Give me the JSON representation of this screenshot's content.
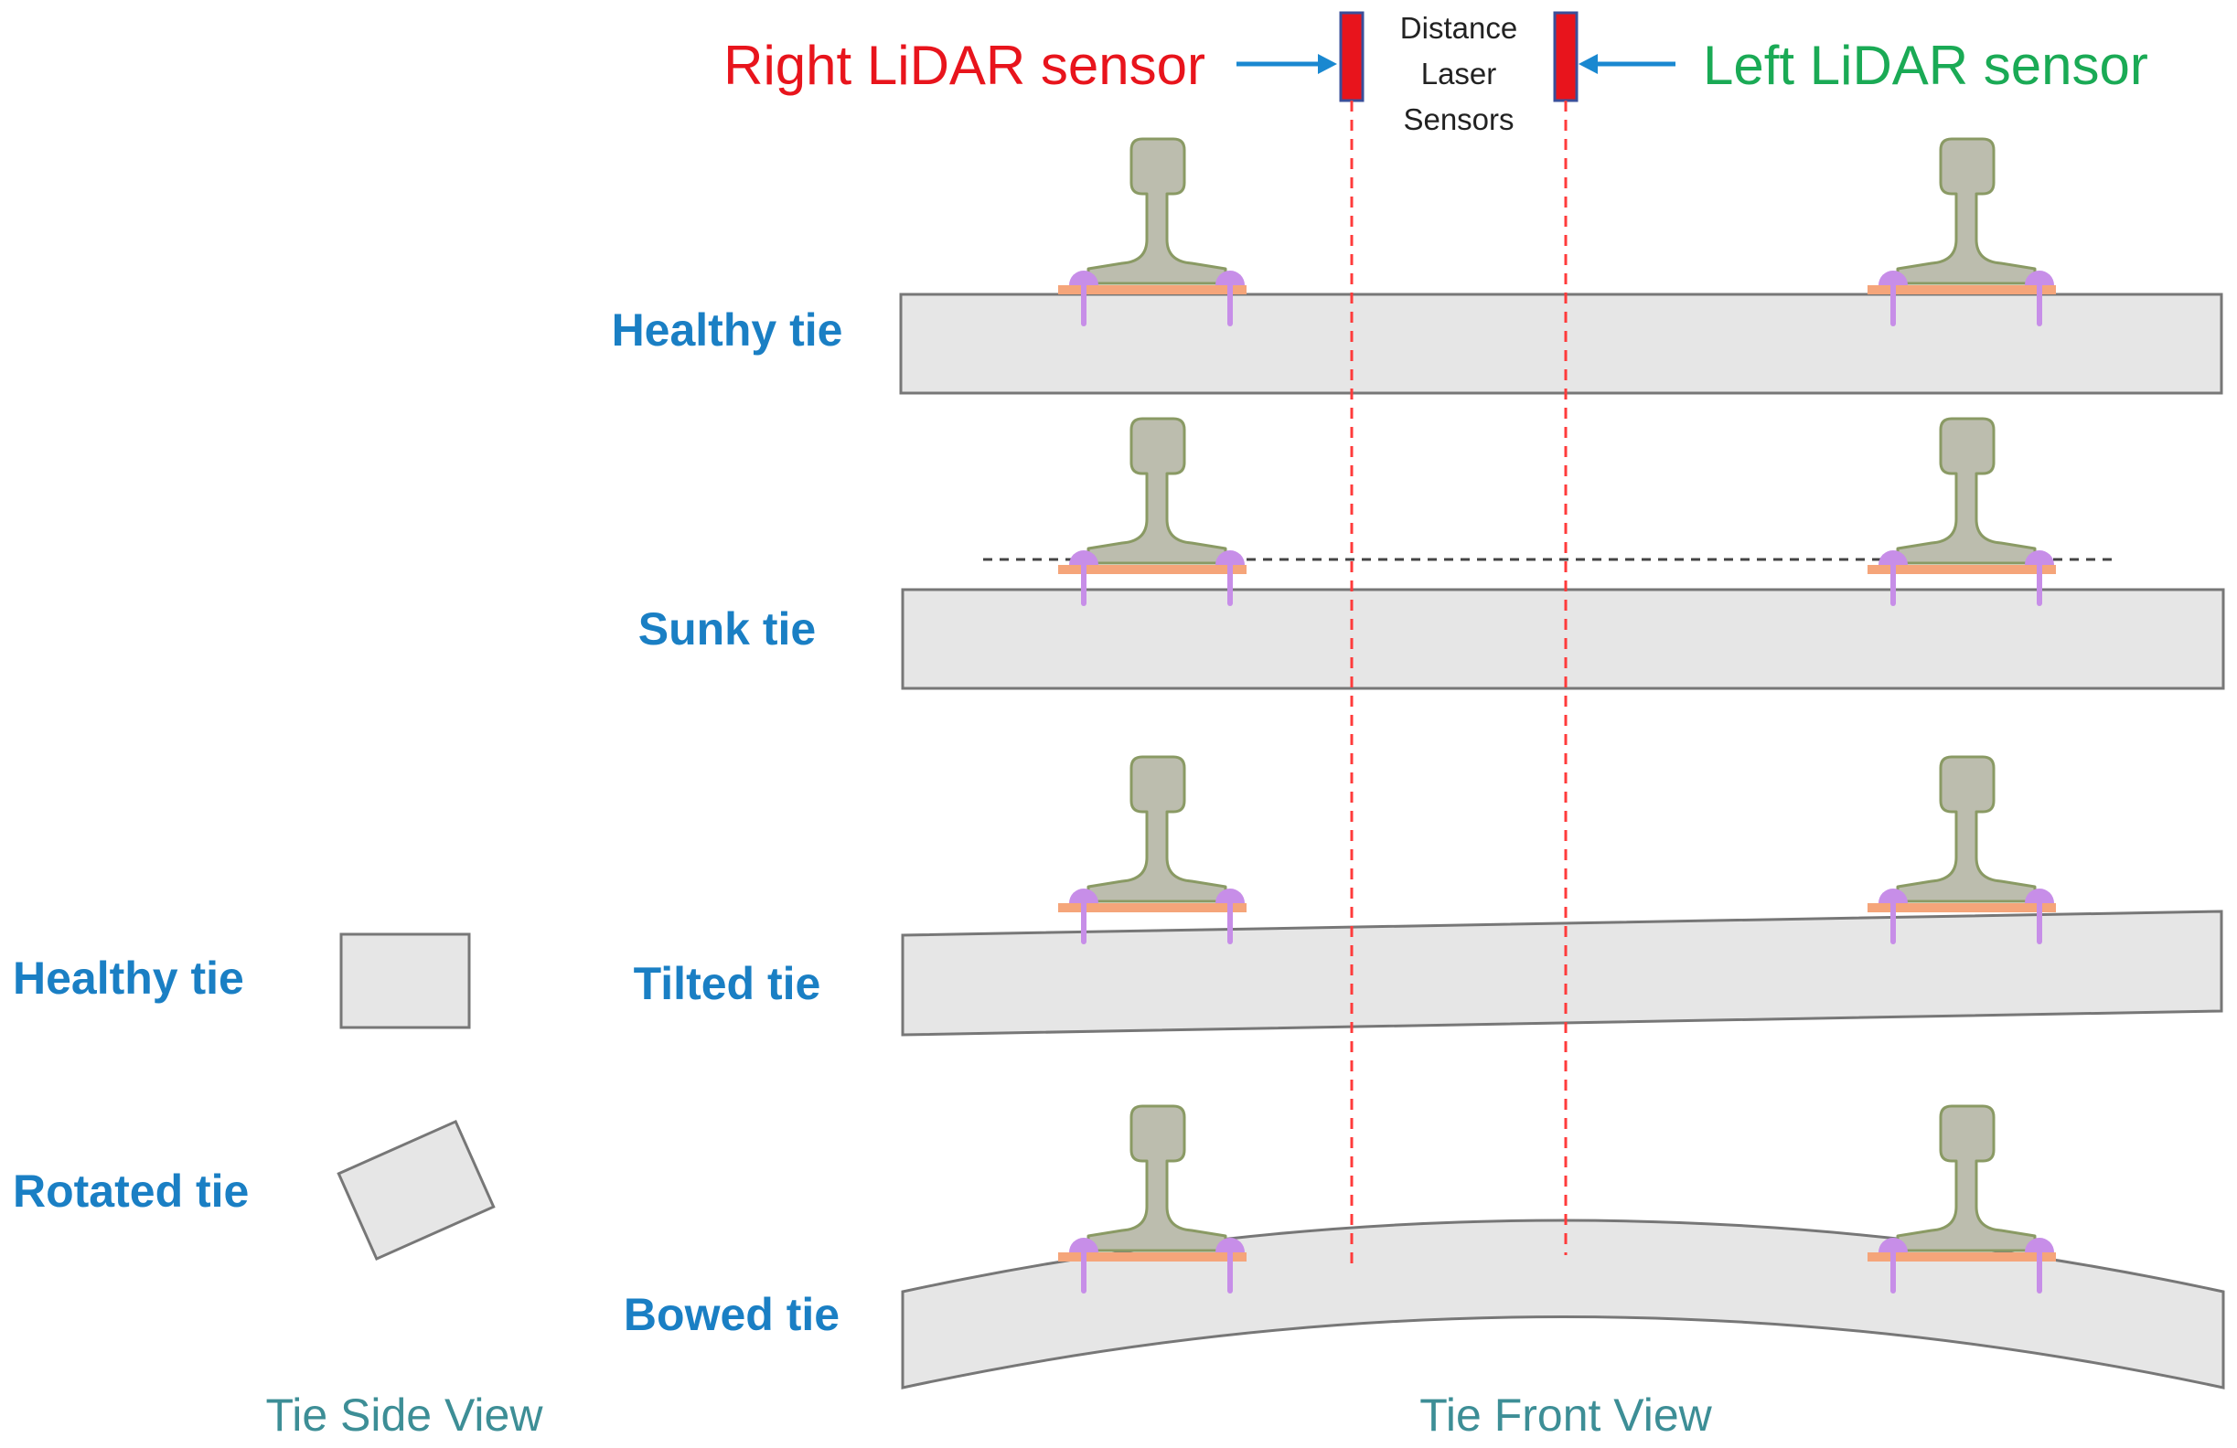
{
  "sensors": {
    "right_label": "Right LiDAR sensor",
    "left_label": "Left LiDAR sensor",
    "center_label_line1": "Distance",
    "center_label_line2": "Laser",
    "center_label_line3": "Sensors"
  },
  "front_view": {
    "rows": [
      {
        "label": "Healthy tie"
      },
      {
        "label": "Sunk tie"
      },
      {
        "label": "Tilted tie"
      },
      {
        "label": "Bowed tie"
      }
    ],
    "caption": "Tie Front View"
  },
  "side_view": {
    "items": [
      {
        "label": "Healthy tie"
      },
      {
        "label": "Rotated tie"
      }
    ],
    "caption": "Tie Side View"
  },
  "colors": {
    "right_sensor_text": "#e8141c",
    "left_sensor_text": "#1aaa55",
    "label_blue": "#1a7fc4",
    "caption_teal": "#3d8e96"
  }
}
